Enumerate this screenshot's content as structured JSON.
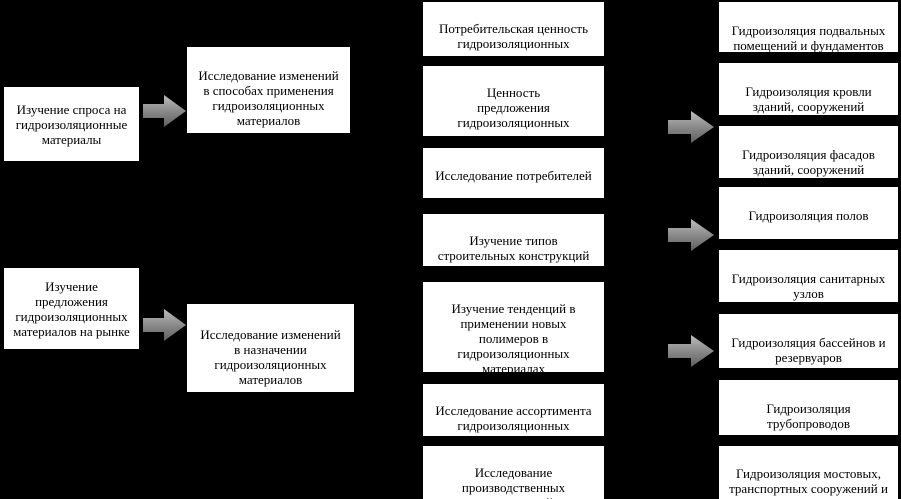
{
  "diagram": {
    "left": {
      "demand": "Изучение спроса на\nгидроизоляционные\nматериалы",
      "supply": "Изучение\nпредложения\nгидроизоляционных\nматериалов на рынке"
    },
    "middle": {
      "methods": "Исследование изменений\nв способах применения\nгидроизоляционных\nматериалов",
      "purpose": "Исследование изменений\nв назначении\nгидроизоляционных\nматериалов"
    },
    "research": [
      "Потребительская ценность\nгидроизоляционных\nматериалов",
      "Ценность\nпредложения\nгидроизоляционных\nматериалов",
      "Исследование потребителей",
      "Изучение типов\nстроительных конструкций\nтребующих гидроизоляции",
      "Изучение тенденций в\nприменении новых\nполимеров в\nгидроизоляционных\nматериалах",
      "Исследование ассортимента\nгидроизоляционных\nматериалов",
      "Исследование\nпроизводственных\nвозможностей"
    ],
    "applications": [
      "Гидроизоляция подвальных\nпомещений и фундаментов",
      "Гидроизоляция кровли\nзданий, сооружений",
      "Гидроизоляция фасадов\nзданий, сооружений",
      "Гидроизоляция полов",
      "Гидроизоляция санитарных\nузлов",
      "Гидроизоляция бассейнов и\nрезервуаров",
      "Гидроизоляция\nтрубопроводов",
      "Гидроизоляция мостовых,\nтранспортных сооружений и\nтонелей"
    ],
    "colors": {
      "background": "#000000",
      "box": "#ffffff",
      "arrow": "#808080"
    }
  }
}
